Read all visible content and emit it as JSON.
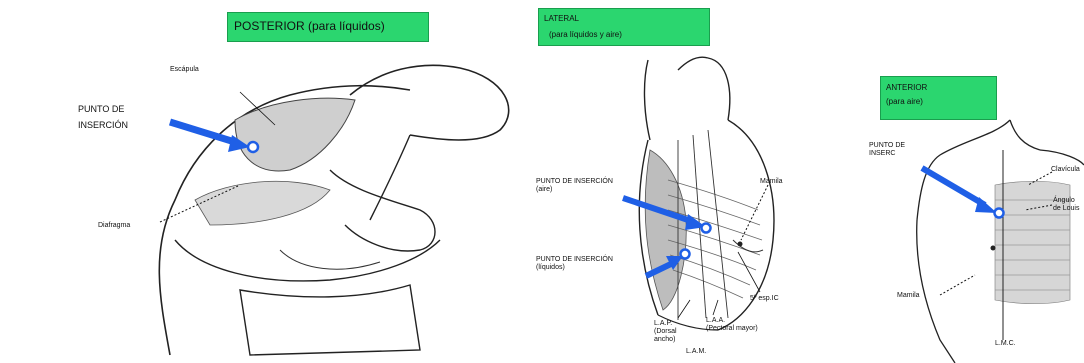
{
  "posterior": {
    "title": "POSTERIOR (para líquidos)",
    "insertion_label_line1": "PUNTO DE",
    "insertion_label_line2": "INSERCIÓN",
    "escapula": "Escápula",
    "diafragma": "Diafragma"
  },
  "lateral": {
    "title_line1": "LATERAL",
    "title_line2": "(para líquidos y aire)",
    "insertion_air_line1": "PUNTO DE INSERCIÓN",
    "insertion_air_line2": "(aire)",
    "insertion_liquid_line1": "PUNTO DE INSERCIÓN",
    "insertion_liquid_line2": "(líquidos)",
    "mamila": "Mamila",
    "fifth_ic": "5º esp.IC",
    "lam_line1": "L.A.P.",
    "lam_line2": "(Dorsal",
    "lam_line3": "ancho)",
    "laa_line1": "L.A.A.",
    "laa_line2": "(Pectoral mayor)",
    "lam": "L.A.M."
  },
  "anterior": {
    "title_line1": "ANTERIOR",
    "title_line2": "(para aire)",
    "insertion_line1": "PUNTO DE",
    "insertion_line2": "INSERC",
    "clavicula": "Clavícula",
    "angulo_line1": "Ángulo",
    "angulo_line2": "de Louis",
    "mamila": "Mamila",
    "lmc": "L.M.C."
  },
  "colors": {
    "label_bg": "#2bd66f",
    "arrow": "#1f5fe6",
    "marker": "#1f5fe6"
  }
}
